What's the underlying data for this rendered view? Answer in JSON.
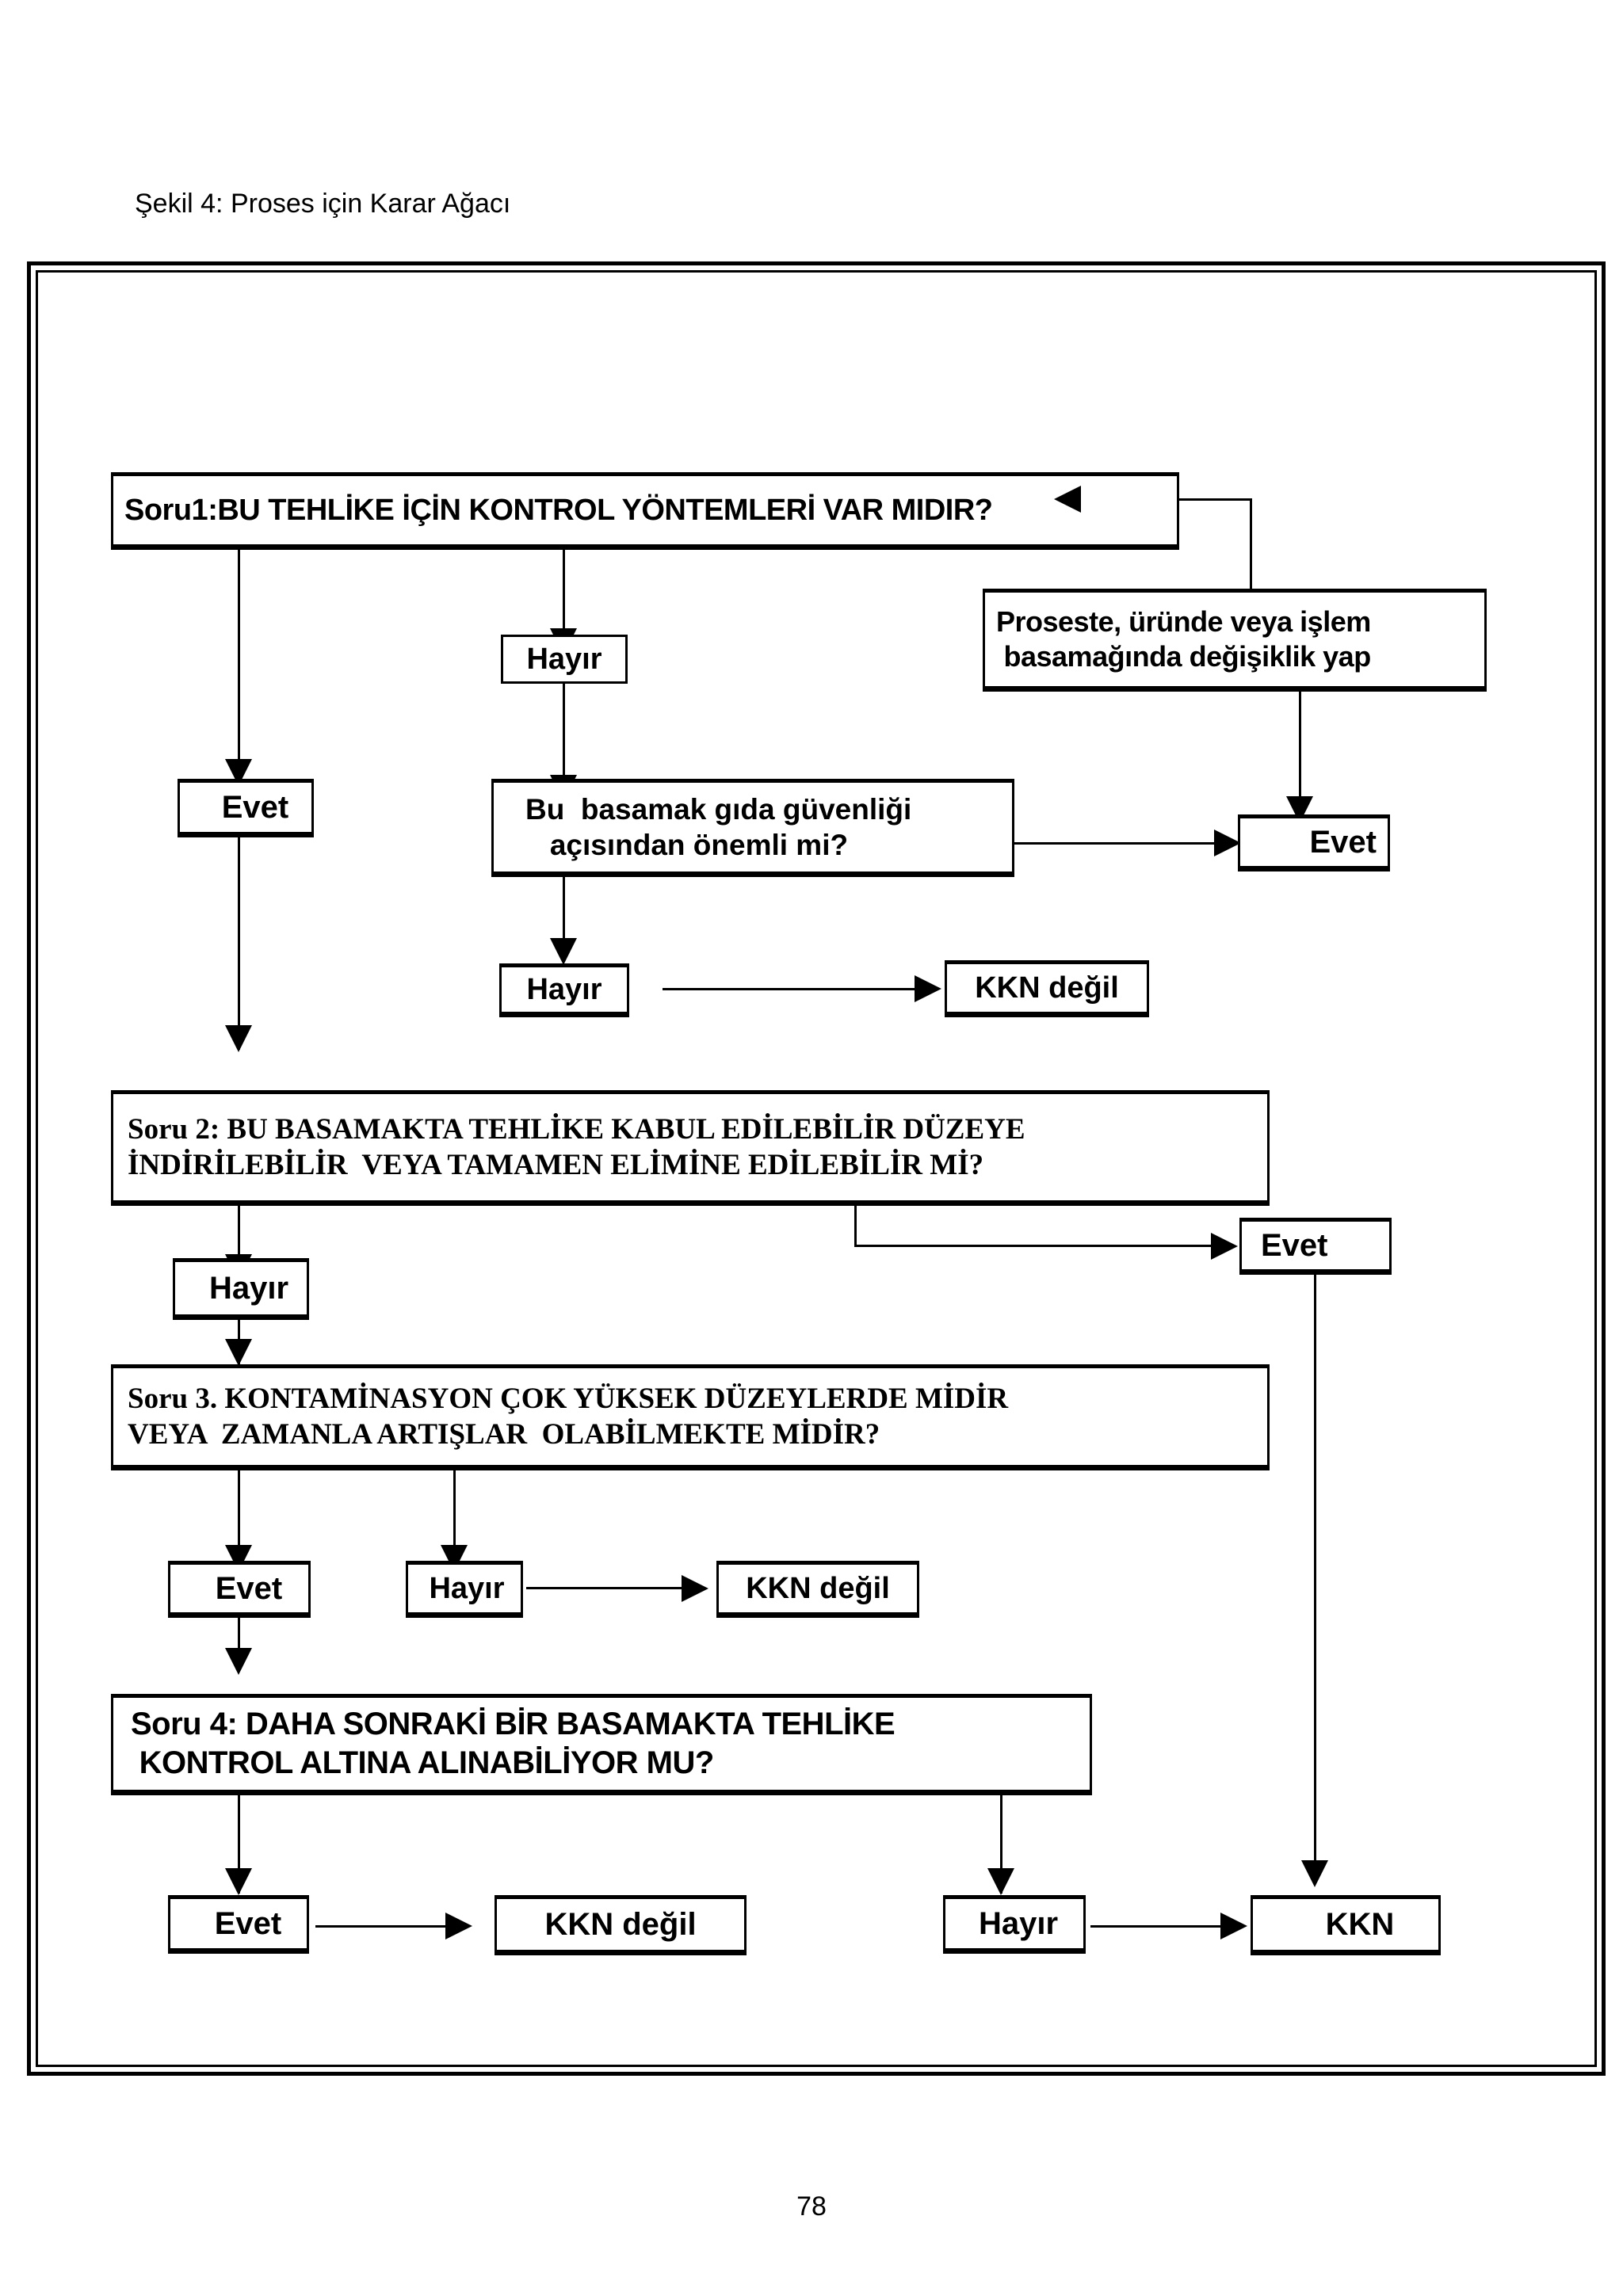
{
  "figure": {
    "caption": "Şekil 4: Proses için Karar Ağacı",
    "page_number": "78"
  },
  "colors": {
    "ink": "#000000",
    "paper": "#ffffff"
  },
  "nodes": {
    "q1": "Soru1:BU TEHLİKE İÇİN KONTROL YÖNTEMLERİ VAR MIDIR?",
    "modify": "Proseste, üründe veya işlem\n basamağında değişiklik yap",
    "q1_no": "Hayır",
    "q1_yes": "Evet",
    "step_important": "Bu  basamak gıda güvenliği\n   açısından önemli mi?",
    "step_yes": "Evet",
    "step_no": "Hayır",
    "not_ccp_1": "KKN değil",
    "q2": "Soru 2: BU BASAMAKTA TEHLİKE KABUL EDİLEBİLİR DÜZEYE\nİNDİRİLEBİLİR  VEYA TAMAMEN ELİMİNE EDİLEBİLİR Mİ?",
    "q2_no": "Hayır",
    "q2_yes": "Evet",
    "q3": "Soru 3. KONTAMİNASYON ÇOK YÜKSEK DÜZEYLERDE MİDİR\nVEYA  ZAMANLA ARTIŞLAR  OLABİLMEKTE MİDİR?",
    "q3_yes": "Evet",
    "q3_no": "Hayır",
    "not_ccp_2": "KKN değil",
    "q4": "Soru 4: DAHA SONRAKİ BİR BASAMAKTA TEHLİKE\n KONTROL ALTINA ALINABİLİYOR MU?",
    "q4_yes": "Evet",
    "not_ccp_3": "KKN değil",
    "q4_no": "Hayır",
    "ccp": "KKN"
  },
  "chart_data": {
    "type": "diagram",
    "title": "Şekil 4: Proses için Karar Ağacı",
    "diagram_kind": "decision-tree",
    "nodes": [
      {
        "id": "q1",
        "label": "Soru1:BU TEHLİKE İÇİN KONTROL YÖNTEMLERİ VAR MIDIR?",
        "kind": "question"
      },
      {
        "id": "modify",
        "label": "Proseste, üründe veya işlem basamağında değişiklik yap",
        "kind": "action"
      },
      {
        "id": "q1_no",
        "label": "Hayır",
        "kind": "branch"
      },
      {
        "id": "q1_yes",
        "label": "Evet",
        "kind": "branch"
      },
      {
        "id": "step_important",
        "label": "Bu  basamak gıda güvenliği açısından önemli mi?",
        "kind": "question"
      },
      {
        "id": "step_yes",
        "label": "Evet",
        "kind": "branch"
      },
      {
        "id": "step_no",
        "label": "Hayır",
        "kind": "branch"
      },
      {
        "id": "not_ccp_1",
        "label": "KKN değil",
        "kind": "terminal"
      },
      {
        "id": "q2",
        "label": "Soru 2: BU BASAMAKTA TEHLİKE KABUL EDİLEBİLİR DÜZEYE İNDİRİLEBİLİR VEYA TAMAMEN ELİMİNE EDİLEBİLİR Mİ?",
        "kind": "question"
      },
      {
        "id": "q2_no",
        "label": "Hayır",
        "kind": "branch"
      },
      {
        "id": "q2_yes",
        "label": "Evet",
        "kind": "branch"
      },
      {
        "id": "q3",
        "label": "Soru 3. KONTAMİNASYON ÇOK YÜKSEK DÜZEYLERDE MİDİR VEYA ZAMANLA ARTIŞLAR OLABİLMEKTE MİDİR?",
        "kind": "question"
      },
      {
        "id": "q3_yes",
        "label": "Evet",
        "kind": "branch"
      },
      {
        "id": "q3_no",
        "label": "Hayır",
        "kind": "branch"
      },
      {
        "id": "not_ccp_2",
        "label": "KKN değil",
        "kind": "terminal"
      },
      {
        "id": "q4",
        "label": "Soru 4: DAHA SONRAKİ BİR BASAMAKTA TEHLİKE KONTROL ALTINA ALINABİLİYOR MU?",
        "kind": "question"
      },
      {
        "id": "q4_yes",
        "label": "Evet",
        "kind": "branch"
      },
      {
        "id": "not_ccp_3",
        "label": "KKN değil",
        "kind": "terminal"
      },
      {
        "id": "q4_no",
        "label": "Hayır",
        "kind": "branch"
      },
      {
        "id": "ccp",
        "label": "KKN",
        "kind": "terminal"
      }
    ],
    "edges": [
      {
        "from": "q1",
        "to": "q1_yes"
      },
      {
        "from": "q1",
        "to": "q1_no"
      },
      {
        "from": "modify",
        "to": "q1"
      },
      {
        "from": "q1_no",
        "to": "step_important"
      },
      {
        "from": "q1_yes",
        "to": "q2"
      },
      {
        "from": "step_important",
        "to": "step_yes"
      },
      {
        "from": "step_important",
        "to": "step_no"
      },
      {
        "from": "step_yes",
        "to": "modify"
      },
      {
        "from": "step_no",
        "to": "not_ccp_1"
      },
      {
        "from": "q2",
        "to": "q2_no"
      },
      {
        "from": "q2",
        "to": "q2_yes"
      },
      {
        "from": "q2_no",
        "to": "q3"
      },
      {
        "from": "q2_yes",
        "to": "ccp"
      },
      {
        "from": "q3",
        "to": "q3_yes"
      },
      {
        "from": "q3",
        "to": "q3_no"
      },
      {
        "from": "q3_no",
        "to": "not_ccp_2"
      },
      {
        "from": "q3_yes",
        "to": "q4"
      },
      {
        "from": "q4",
        "to": "q4_yes"
      },
      {
        "from": "q4",
        "to": "q4_no"
      },
      {
        "from": "q4_yes",
        "to": "not_ccp_3"
      },
      {
        "from": "q4_no",
        "to": "ccp"
      }
    ]
  }
}
